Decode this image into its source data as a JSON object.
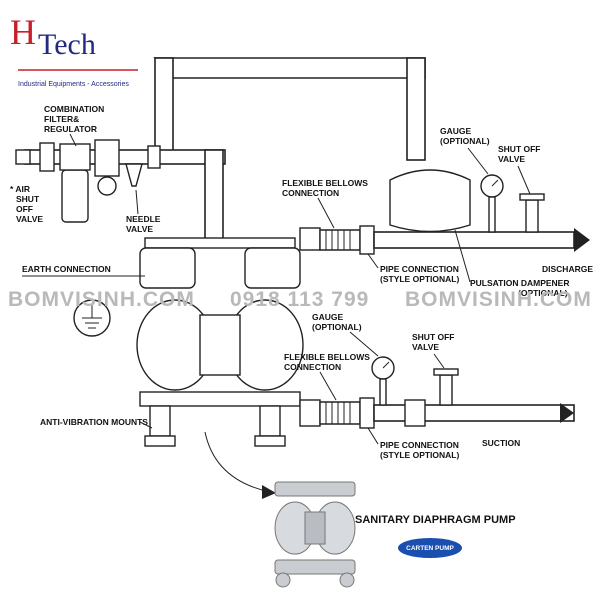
{
  "brand": {
    "name_h": "H",
    "name_rest": "Tech",
    "tagline": "Industrial Equipments - Accessories",
    "colors": {
      "red": "#c8202a",
      "blue": "#1f2a80"
    }
  },
  "labels": {
    "combination_1": "COMBINATION",
    "combination_2": "FILTER&",
    "combination_3": "REGULATOR",
    "air_1": "* AIR",
    "air_2": "SHUT",
    "air_3": "OFF",
    "air_4": "VALVE",
    "needle_1": "NEEDLE",
    "needle_2": "VALVE",
    "earth": "EARTH CONNECTION",
    "anti_vibration": "ANTI-VIBRATION MOUNTS",
    "fb_top_1": "FLEXIBLE BELLOWS",
    "fb_top_2": "CONNECTION",
    "gauge_top_1": "GAUGE",
    "gauge_top_2": "(OPTIONAL)",
    "shutoff_top_1": "SHUT OFF",
    "shutoff_top_2": "VALVE",
    "pipe_top_1": "PIPE CONNECTION",
    "pipe_top_2": "(STYLE OPTIONAL)",
    "pulsation_1": "PULSATION DAMPENER",
    "pulsation_2": "(OPTIONAL)",
    "discharge": "DISCHARGE",
    "gauge_bot_1": "GAUGE",
    "gauge_bot_2": "(OPTIONAL)",
    "fb_bot_1": "FLEXIBLE BELLOWS",
    "fb_bot_2": "CONNECTION",
    "shutoff_bot_1": "SHUT OFF",
    "shutoff_bot_2": "VALVE",
    "pipe_bot_1": "PIPE CONNECTION",
    "pipe_bot_2": "(STYLE OPTIONAL)",
    "suction": "SUCTION"
  },
  "watermark": {
    "left": "BOMVISINH.COM",
    "phone": "0918 113 799",
    "right": "BOMVISINH.COM"
  },
  "product": {
    "title": "SANITARY DIAPHRAGM PUMP",
    "logo_text": "CARTEN PUMP",
    "logo_color": "#1a4fb0"
  }
}
